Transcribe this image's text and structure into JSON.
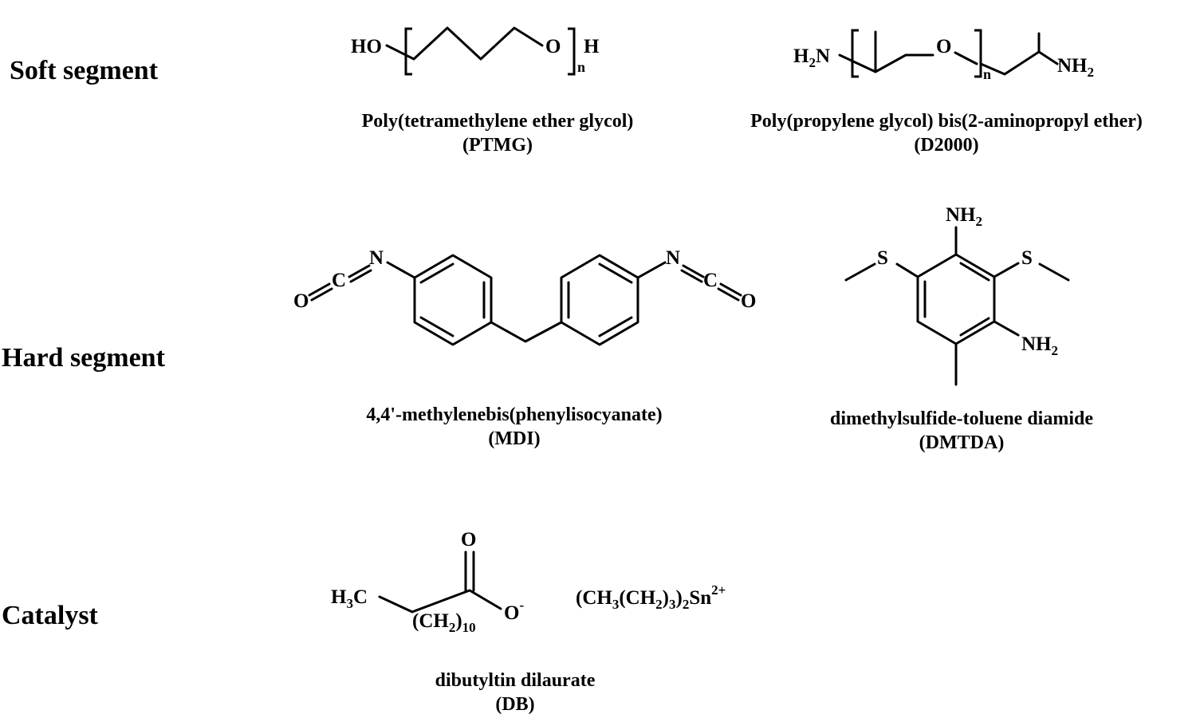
{
  "sections": {
    "soft": "Soft segment",
    "hard": "Hard segment",
    "catalyst": "Catalyst"
  },
  "molecules": {
    "ptmg": {
      "name": "Poly(tetramethylene ether glycol)",
      "abbr": "(PTMG)",
      "atoms": {
        "ho": "HO",
        "o": "O",
        "h": "H",
        "n": "n"
      }
    },
    "d2000": {
      "name": "Poly(propylene glycol) bis(2-aminopropyl ether)",
      "abbr": "(D2000)",
      "atoms": {
        "h": "H",
        "sub": "2",
        "n_atom": "N",
        "o": "O",
        "n": "n",
        "nh": "NH",
        "nh_sub": "2"
      }
    },
    "mdi": {
      "name": "4,4'-methylenebis(phenylisocyanate)",
      "abbr": "(MDI)",
      "atoms": {
        "n1": "N",
        "c1": "C",
        "o1": "O",
        "n2": "N",
        "c2": "C",
        "o2": "O"
      }
    },
    "dmtda": {
      "name": "dimethylsulfide-toluene diamide",
      "abbr": "(DMTDA)",
      "atoms": {
        "nh_top": "NH",
        "nh_top_sub": "2",
        "s1": "S",
        "s2": "S",
        "nh_right": "NH",
        "nh_right_sub": "2"
      }
    },
    "db": {
      "name": "dibutyltin dilaurate",
      "abbr": "(DB)",
      "atoms": {
        "o_top": "O",
        "h3c_h": "H",
        "h3c_sub": "3",
        "h3c_c": "C",
        "ch2_open": "(CH",
        "ch2_sub": "2",
        "ch2_close": ")",
        "ch2_count": "10",
        "o_minus": "O",
        "o_charge": "-",
        "sn_p1": "(CH",
        "sn_s1": "3",
        "sn_p2": "(CH",
        "sn_s2": "2",
        "sn_p3": ")",
        "sn_s3": "3",
        "sn_p4": ")",
        "sn_s4": "2",
        "sn_p5": "Sn",
        "sn_charge": "2+"
      }
    }
  }
}
